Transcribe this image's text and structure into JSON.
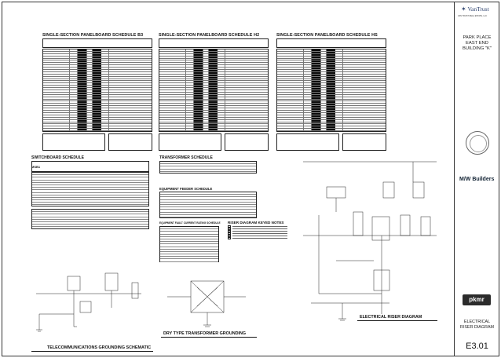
{
  "panels": [
    {
      "title": "SINGLE-SECTION PANELBOARD SCHEDULE",
      "designation": "B3"
    },
    {
      "title": "SINGLE-SECTION PANELBOARD SCHEDULE",
      "designation": "H2"
    },
    {
      "title": "SINGLE-SECTION PANELBOARD SCHEDULE",
      "designation": "HS"
    }
  ],
  "switchboard": {
    "title": "SWITCHBOARD SCHEDULE",
    "designation": "MSB1"
  },
  "transformer": {
    "title": "TRANSFORMER SCHEDULE"
  },
  "equipment": {
    "title": "EQUIPMENT FEEDER SCHEDULE"
  },
  "fault": {
    "title": "EQUIPMENT FAULT CURRENT RATING SCHEDULE"
  },
  "keyed_notes": {
    "title": "RISER DIAGRAM KEYED NOTES",
    "items": [
      "1",
      "2",
      "3",
      "4",
      "5",
      "6"
    ]
  },
  "diagrams": {
    "telecom": "TELECOMMUNICATIONS GROUNDING SCHEMATIC",
    "transformer_grounding": "DRY TYPE TRANSFORMER GROUNDING",
    "riser": "ELECTRICAL RISER DIAGRAM"
  },
  "title_block": {
    "company": "VanTrust",
    "address_lines": [
      "VAN TRUST REAL ESTATE, LLC"
    ],
    "project_lines": [
      "PARK PLACE",
      "EAST END",
      "BUILDING \"K\""
    ],
    "builder_logo": "M/W Builders",
    "engineer_logo": "pkmr",
    "sheet_title_lines": [
      "ELECTRICAL",
      "RISER DIAGRAM"
    ],
    "sheet_number": "E3.01"
  }
}
